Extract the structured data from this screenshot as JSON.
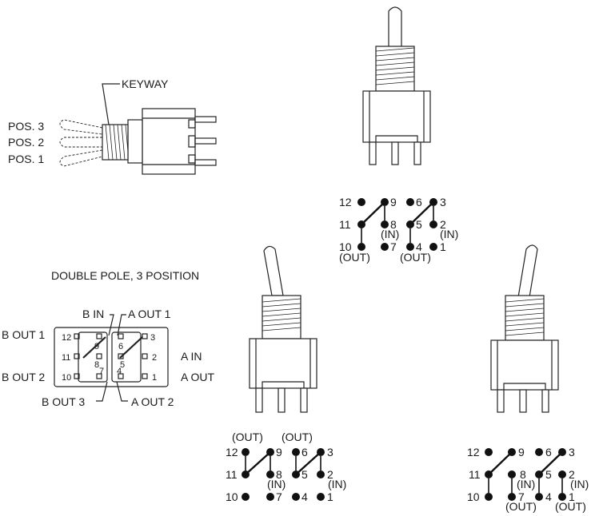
{
  "side_view": {
    "keyway": "KEYWAY",
    "positions": [
      "POS. 3",
      "POS. 2",
      "POS. 1"
    ]
  },
  "switch_title": "DOUBLE POLE, 3 POSITION",
  "bottom_view": {
    "b_in": "B IN",
    "a_out_1": "A OUT 1",
    "b_out_1": "B OUT 1",
    "a_in": "A IN",
    "b_out_2": "B OUT 2",
    "a_out": "A OUT",
    "b_out_3": "B OUT 3",
    "a_out_2": "A OUT 2",
    "pins": {
      "p12": "12",
      "p9": "9",
      "p6": "6",
      "p3": "3",
      "p11": "11",
      "p8": "8",
      "p5": "5",
      "p2": "2",
      "p10": "10",
      "p7": "7",
      "p4": "4",
      "p1": "1"
    }
  },
  "schematic_top": {
    "pins": [
      "12",
      "9",
      "6",
      "3",
      "11",
      "8",
      "5",
      "2",
      "10",
      "7",
      "4",
      "1"
    ],
    "labels": {
      "in_8": "(IN)",
      "in_2": "(IN)",
      "out_10": "(OUT)",
      "out_4": "(OUT)"
    }
  },
  "schematic_left": {
    "pins": [
      "12",
      "9",
      "6",
      "3",
      "11",
      "8",
      "5",
      "2",
      "10",
      "7",
      "4",
      "1"
    ],
    "labels": {
      "out_12": "(OUT)",
      "out_6": "(OUT)",
      "in_8": "(IN)",
      "in_2": "(IN)"
    }
  },
  "schematic_right": {
    "pins": [
      "12",
      "9",
      "6",
      "3",
      "11",
      "8",
      "5",
      "2",
      "10",
      "7",
      "4",
      "1"
    ],
    "labels": {
      "in_8": "(IN)",
      "in_2": "(IN)",
      "out_10": "(OUT)",
      "out_4": "(OUT)"
    }
  }
}
